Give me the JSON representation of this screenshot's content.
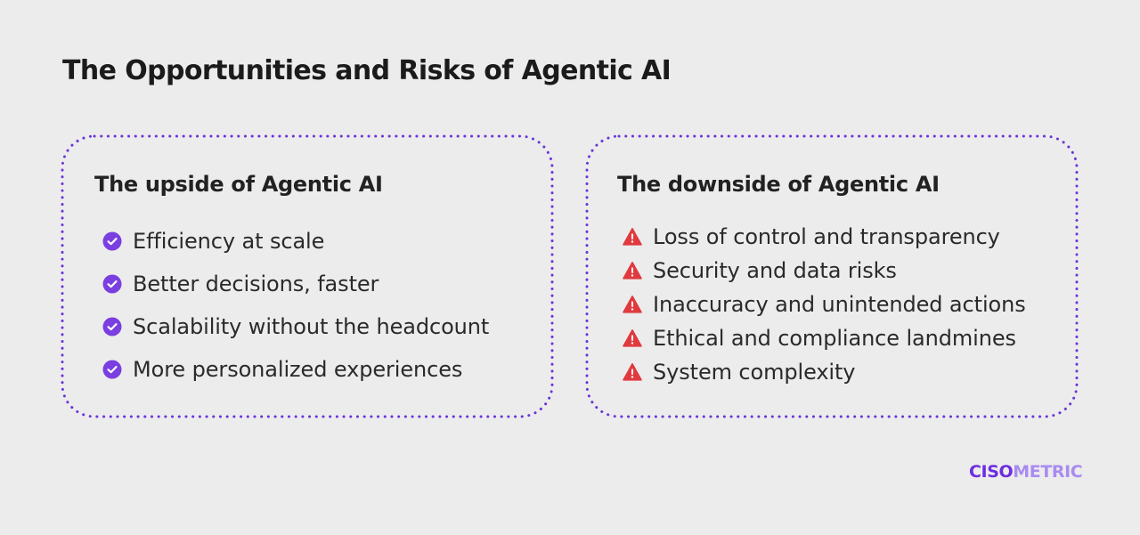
{
  "title": "The Opportunities and Risks of Agentic AI",
  "upside": {
    "heading": "The upside of Agentic AI",
    "icon": "check-circle-icon",
    "icon_color": "#7a3fe0",
    "items": [
      "Efficiency at scale",
      "Better decisions, faster",
      "Scalability without the headcount",
      "More personalized experiences"
    ]
  },
  "downside": {
    "heading": "The downside of Agentic AI",
    "icon": "warning-triangle-icon",
    "icon_color": "#e03a3e",
    "items": [
      "Loss of control and transparency",
      "Security and data risks",
      "Inaccuracy and unintended actions",
      "Ethical and compliance landmines",
      "System complexity"
    ]
  },
  "brand": {
    "part1": "CISO",
    "part2": "METRIC",
    "color_primary": "#6d2ee0",
    "color_secondary": "#a98cf0"
  },
  "border_color": "#6a34d8",
  "background": "#ececec"
}
